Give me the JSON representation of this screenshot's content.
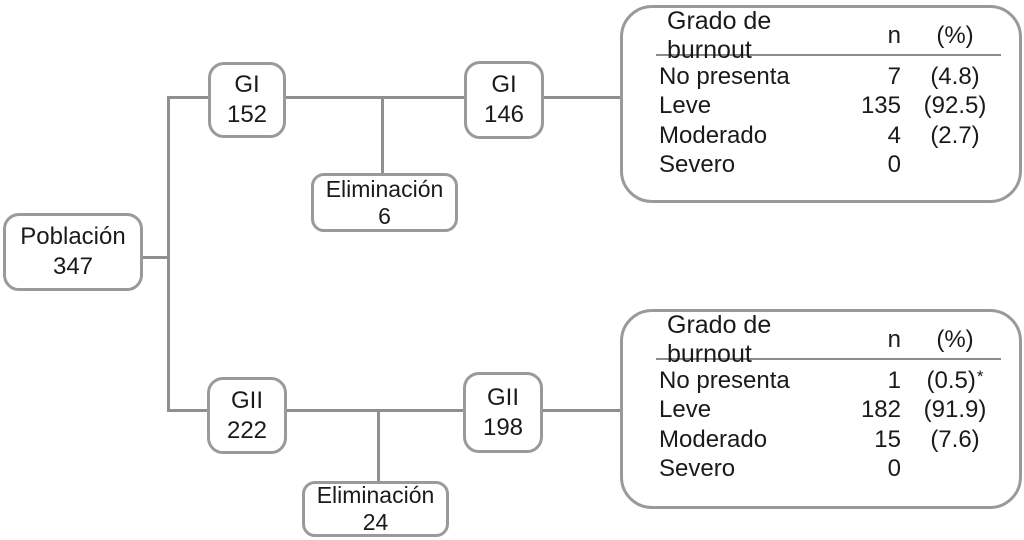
{
  "colors": {
    "border_gray": "#9a9a9a",
    "line_gray": "#8f8f8f",
    "text": "#1a1a1a",
    "background": "#ffffff"
  },
  "flowchart": {
    "poblacion": {
      "label": "Población",
      "value": "347"
    },
    "gi": {
      "label": "GI",
      "value": "152"
    },
    "elim_gi": {
      "label": "Eliminación",
      "value": "6"
    },
    "gi_final": {
      "label": "GI",
      "value": "146"
    },
    "gii": {
      "label": "GII",
      "value": "222"
    },
    "elim_gii": {
      "label": "Eliminación",
      "value": "24"
    },
    "gii_final": {
      "label": "GII",
      "value": "198"
    }
  },
  "tables": [
    {
      "title": "Grado de burnout",
      "col_n": "n",
      "col_pct": "(%)",
      "rows": [
        {
          "label": "No presenta",
          "n": "7",
          "pct": "(4.8)"
        },
        {
          "label": "Leve",
          "n": "135",
          "pct": "(92.5)"
        },
        {
          "label": "Moderado",
          "n": "4",
          "pct": "(2.7)"
        },
        {
          "label": "Severo",
          "n": "0",
          "pct": ""
        }
      ]
    },
    {
      "title": "Grado de burnout",
      "col_n": "n",
      "col_pct": "(%)",
      "rows": [
        {
          "label": "No presenta",
          "n": "1",
          "pct": "(0.5)",
          "note": "*"
        },
        {
          "label": "Leve",
          "n": "182",
          "pct": "(91.9)"
        },
        {
          "label": "Moderado",
          "n": "15",
          "pct": "(7.6)"
        },
        {
          "label": "Severo",
          "n": "0",
          "pct": ""
        }
      ]
    }
  ]
}
